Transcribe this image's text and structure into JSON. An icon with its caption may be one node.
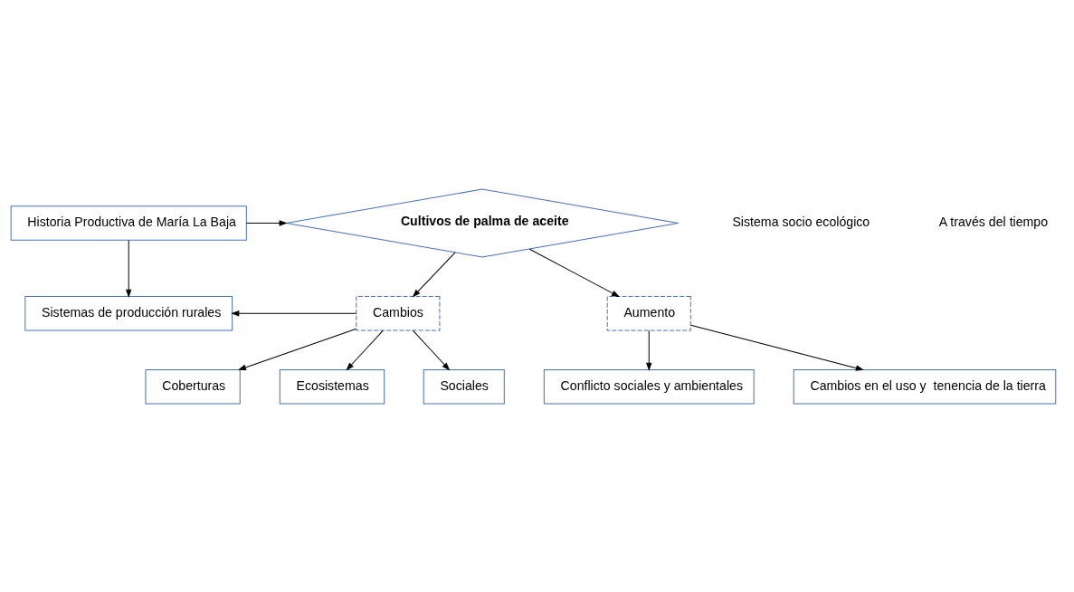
{
  "diagram": {
    "nodes": [
      {
        "text": [
          "Historia Productiva de María La Baja"
        ]
      },
      {
        "text": [
          "Cultivos de palma de aceite"
        ]
      },
      {
        "text": [
          "Sistemas de producción rurales"
        ]
      },
      {
        "text": [
          "Cambios"
        ]
      },
      {
        "text": [
          "Coberturas"
        ]
      },
      {
        "text": [
          "Ecosistemas"
        ]
      },
      {
        "text": [
          "Sociales"
        ]
      },
      {
        "text": [
          "Aumento"
        ]
      },
      {
        "text": [
          "Conflicto sociales y ambientales"
        ]
      },
      {
        "text": [
          "Cambios en el uso y  tenencia de la tierra"
        ]
      }
    ],
    "edges": [
      {
        "from": 0,
        "to": 1,
        "arrow": "to"
      },
      {
        "from": 0,
        "to": 2,
        "arrow": "to"
      },
      {
        "from": 1,
        "to": 3,
        "arrow": "to"
      },
      {
        "from": 1,
        "to": 7,
        "arrow": "to"
      },
      {
        "from": 3,
        "to": 2,
        "arrow": "to"
      },
      {
        "from": 3,
        "to": 4,
        "arrow": "to"
      },
      {
        "from": 3,
        "to": 5,
        "arrow": "to"
      },
      {
        "from": 3,
        "to": 6,
        "arrow": "to"
      },
      {
        "from": 7,
        "to": 9,
        "arrow": "to"
      },
      {
        "from": 7,
        "to": 8,
        "arrow": "to"
      }
    ],
    "labels": [
      "Sistema socio ecológico",
      "A través del tiempo"
    ]
  }
}
